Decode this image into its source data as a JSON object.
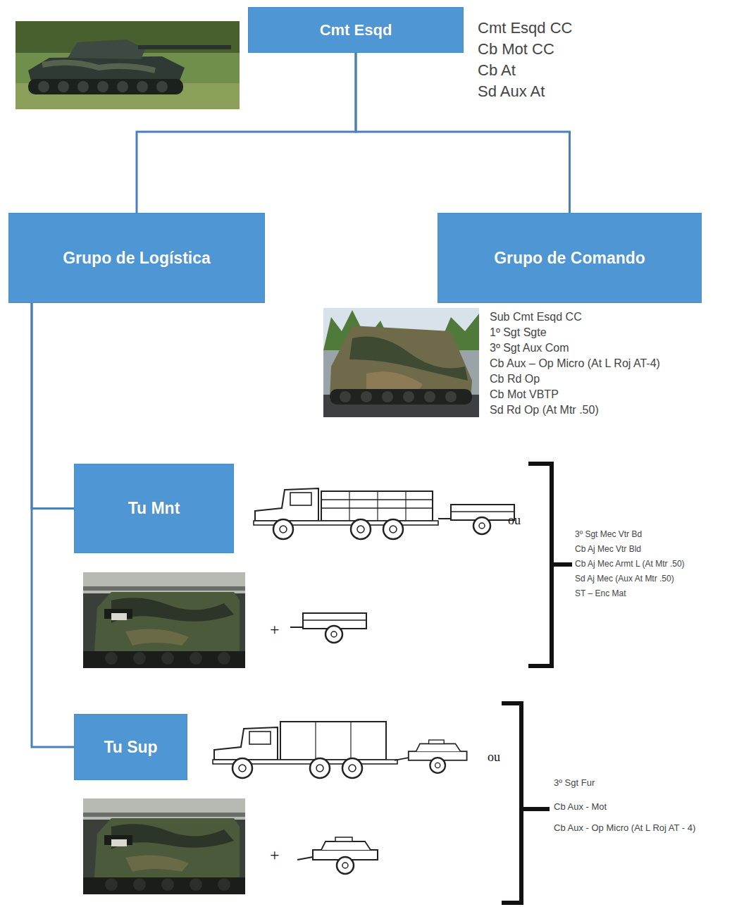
{
  "diagram": {
    "nodes": [
      {
        "text": [
          "Cmt Esqd"
        ]
      },
      {
        "text": [
          "Grupo de Logística"
        ]
      },
      {
        "text": [
          "Grupo de Comando"
        ]
      },
      {
        "text": [
          "Tu Mnt"
        ]
      },
      {
        "text": [
          "Tu Sup"
        ]
      }
    ],
    "edges": [
      {
        "from": 0,
        "to": 1,
        "arrow": "none"
      },
      {
        "from": 0,
        "to": 2,
        "arrow": "none"
      },
      {
        "from": 1,
        "to": 3,
        "arrow": "none"
      },
      {
        "from": 1,
        "to": 4,
        "arrow": "none"
      }
    ],
    "labels": [
      "Cmt Esqd CC",
      "Cb Mot CC",
      "Cb At",
      "Sd Aux At",
      "Sub Cmt Esqd CC",
      "1º Sgt Sgte",
      "3º Sgt Aux Com",
      "Cb Aux – Op Micro (At L Roj AT-4)",
      "Cb Rd Op",
      "Cb Mot VBTP",
      "Sd Rd Op (At Mtr .50)",
      "ou",
      "+",
      "3º Sgt Mec Vtr Bd",
      "Cb Aj Mec Vtr Bld",
      "Cb Aj Mec Armt L (At Mtr .50)",
      "Sd Aj Mec (Aux At Mtr .50)",
      "ST – Enc Mat",
      "ou",
      "+",
      "3º Sgt Fur",
      "Cb Aux - Mot",
      "Cb Aux - Op Micro (At L Roj AT - 4)"
    ]
  }
}
